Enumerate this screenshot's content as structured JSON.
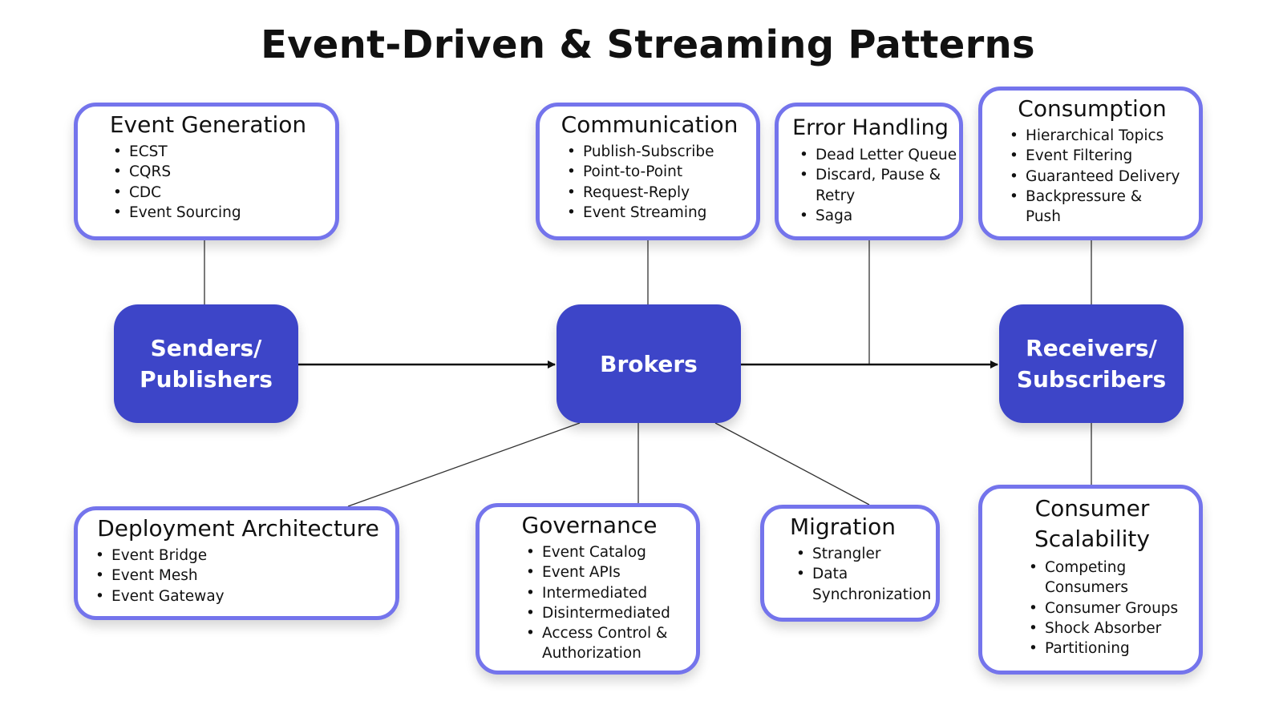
{
  "title": "Event-Driven & Streaming Patterns",
  "colors": {
    "node_fill": "#3d45c8",
    "card_border": "#7474ec",
    "text": "#111111"
  },
  "nodes": {
    "senders": "Senders/\nPublishers",
    "brokers": "Brokers",
    "receivers": "Receivers/\nSubscribers"
  },
  "cards": {
    "event_generation": {
      "heading": "Event Generation",
      "items": [
        "ECST",
        "CQRS",
        "CDC",
        "Event Sourcing"
      ]
    },
    "communication": {
      "heading": "Communication",
      "items": [
        "Publish-Subscribe",
        "Point-to-Point",
        "Request-Reply",
        "Event Streaming"
      ]
    },
    "error_handling": {
      "heading": "Error Handling",
      "items": [
        "Dead Letter Queue",
        "Discard, Pause &\nRetry",
        "Saga"
      ]
    },
    "consumption": {
      "heading": "Consumption",
      "items": [
        "Hierarchical Topics",
        "Event Filtering",
        "Guaranteed Delivery",
        "Backpressure &\nPush"
      ]
    },
    "deployment_architecture": {
      "heading": "Deployment Architecture",
      "items": [
        "Event Bridge",
        "Event Mesh",
        "Event Gateway"
      ]
    },
    "governance": {
      "heading": "Governance",
      "items": [
        "Event Catalog",
        "Event APIs",
        "Intermediated",
        "Disintermediated",
        "Access Control &\nAuthorization"
      ]
    },
    "migration": {
      "heading": "Migration",
      "items": [
        "Strangler",
        "Data\nSynchronization"
      ]
    },
    "consumer_scalability": {
      "heading": "Consumer\nScalability",
      "items": [
        "Competing\nConsumers",
        "Consumer Groups",
        "Shock Absorber",
        "Partitioning"
      ]
    }
  }
}
